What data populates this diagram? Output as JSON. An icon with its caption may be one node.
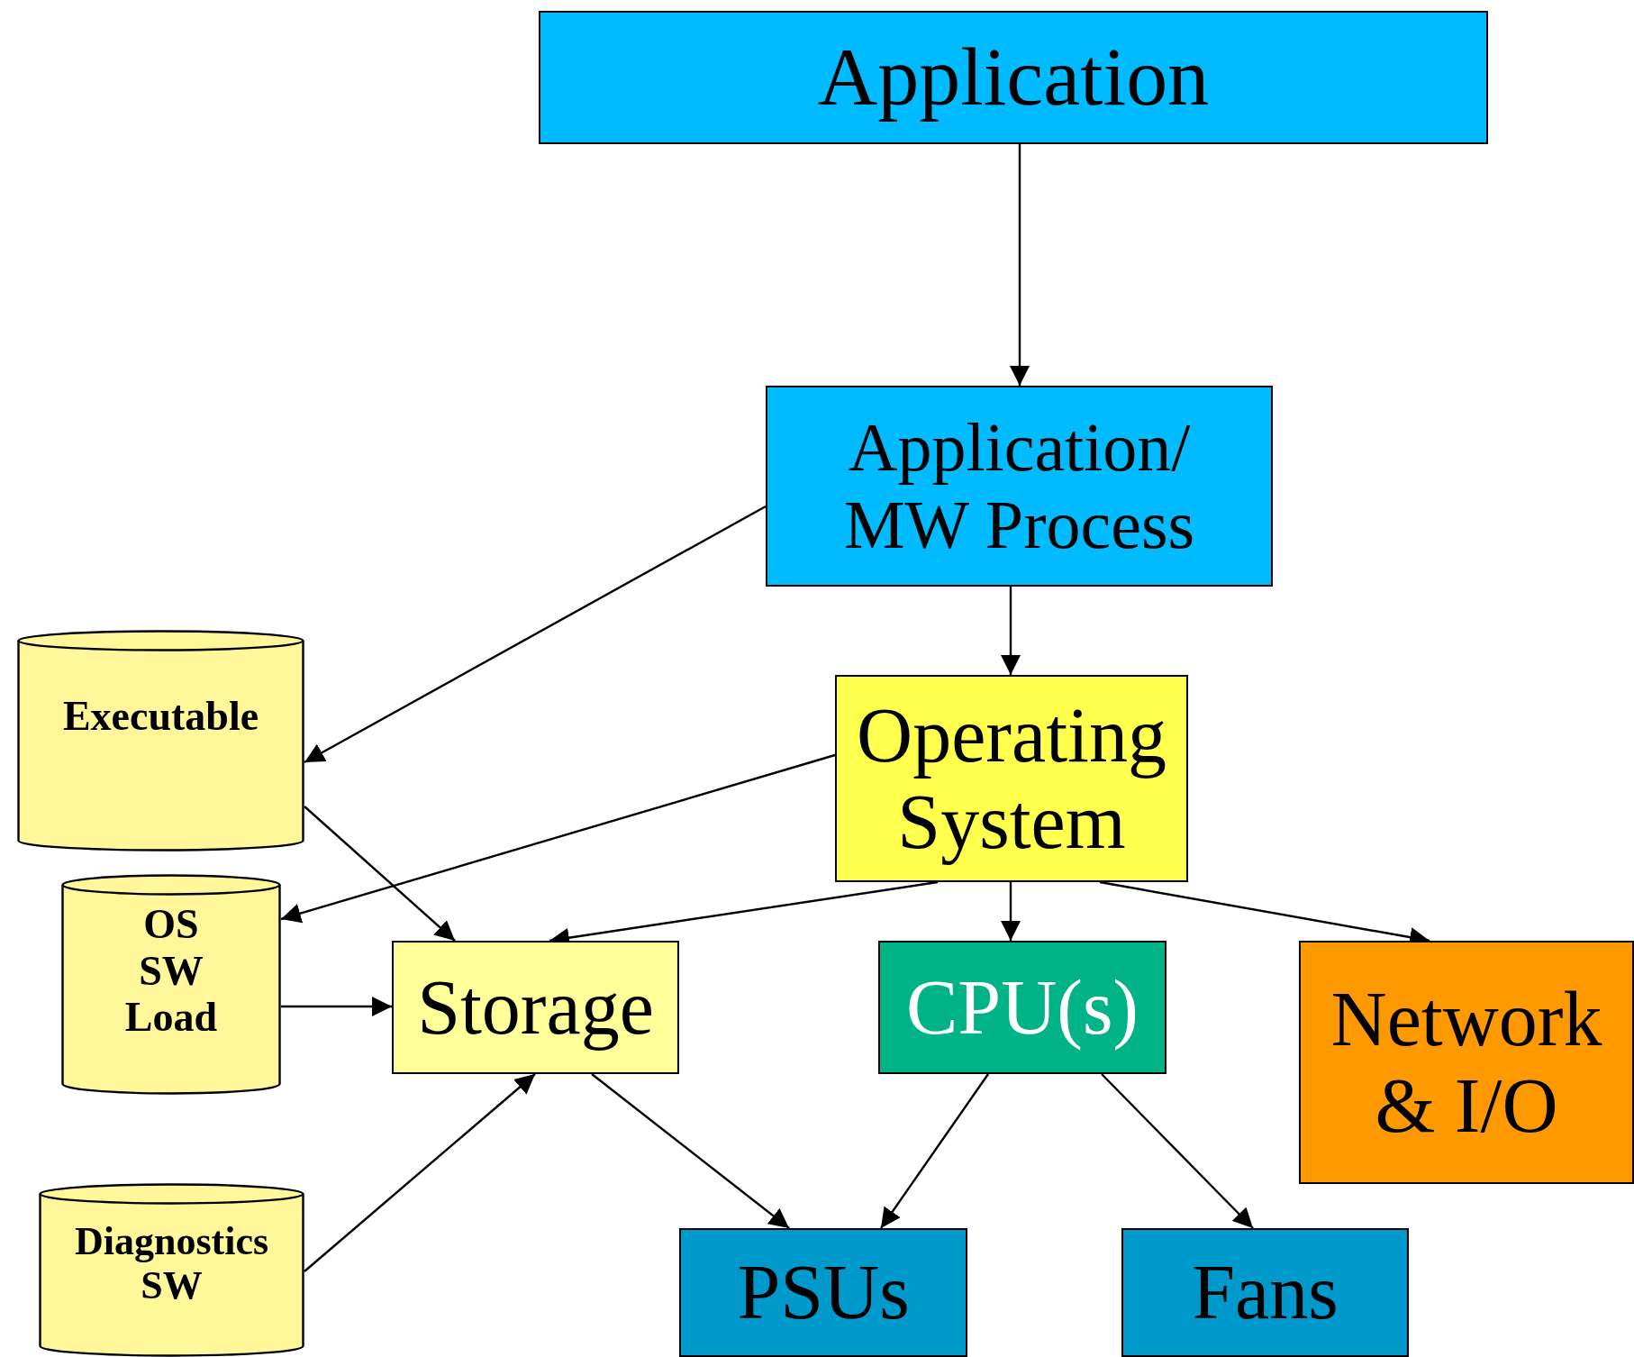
{
  "diagram": {
    "nodes": [
      {
        "text": [
          "Application"
        ]
      },
      {
        "text": [
          "Application/ MW Process"
        ]
      },
      {
        "text": [
          "Operating System"
        ]
      },
      {
        "text": [
          "Executable"
        ]
      },
      {
        "text": [
          "OS SW Load"
        ]
      },
      {
        "text": [
          "Storage"
        ]
      },
      {
        "text": [
          "CPU(s)"
        ]
      },
      {
        "text": [
          "Network & I/O"
        ]
      },
      {
        "text": [
          "Diagnostics SW"
        ]
      },
      {
        "text": [
          "PSUs"
        ]
      },
      {
        "text": [
          "Fans"
        ]
      }
    ],
    "edges": [
      {
        "from": 0,
        "to": 1,
        "arrow": "to"
      },
      {
        "from": 1,
        "to": 3,
        "arrow": "to"
      },
      {
        "from": 1,
        "to": 2,
        "arrow": "to"
      },
      {
        "from": 2,
        "to": 4,
        "arrow": "to"
      },
      {
        "from": 3,
        "to": 5,
        "arrow": "to"
      },
      {
        "from": 2,
        "to": 5,
        "arrow": "to"
      },
      {
        "from": 2,
        "to": 6,
        "arrow": "to"
      },
      {
        "from": 2,
        "to": 7,
        "arrow": "to"
      },
      {
        "from": 4,
        "to": 5,
        "arrow": "to"
      },
      {
        "from": 8,
        "to": 5,
        "arrow": "to"
      },
      {
        "from": 5,
        "to": 9,
        "arrow": "to"
      },
      {
        "from": 6,
        "to": 9,
        "arrow": "to"
      },
      {
        "from": 6,
        "to": 10,
        "arrow": "to"
      }
    ]
  }
}
